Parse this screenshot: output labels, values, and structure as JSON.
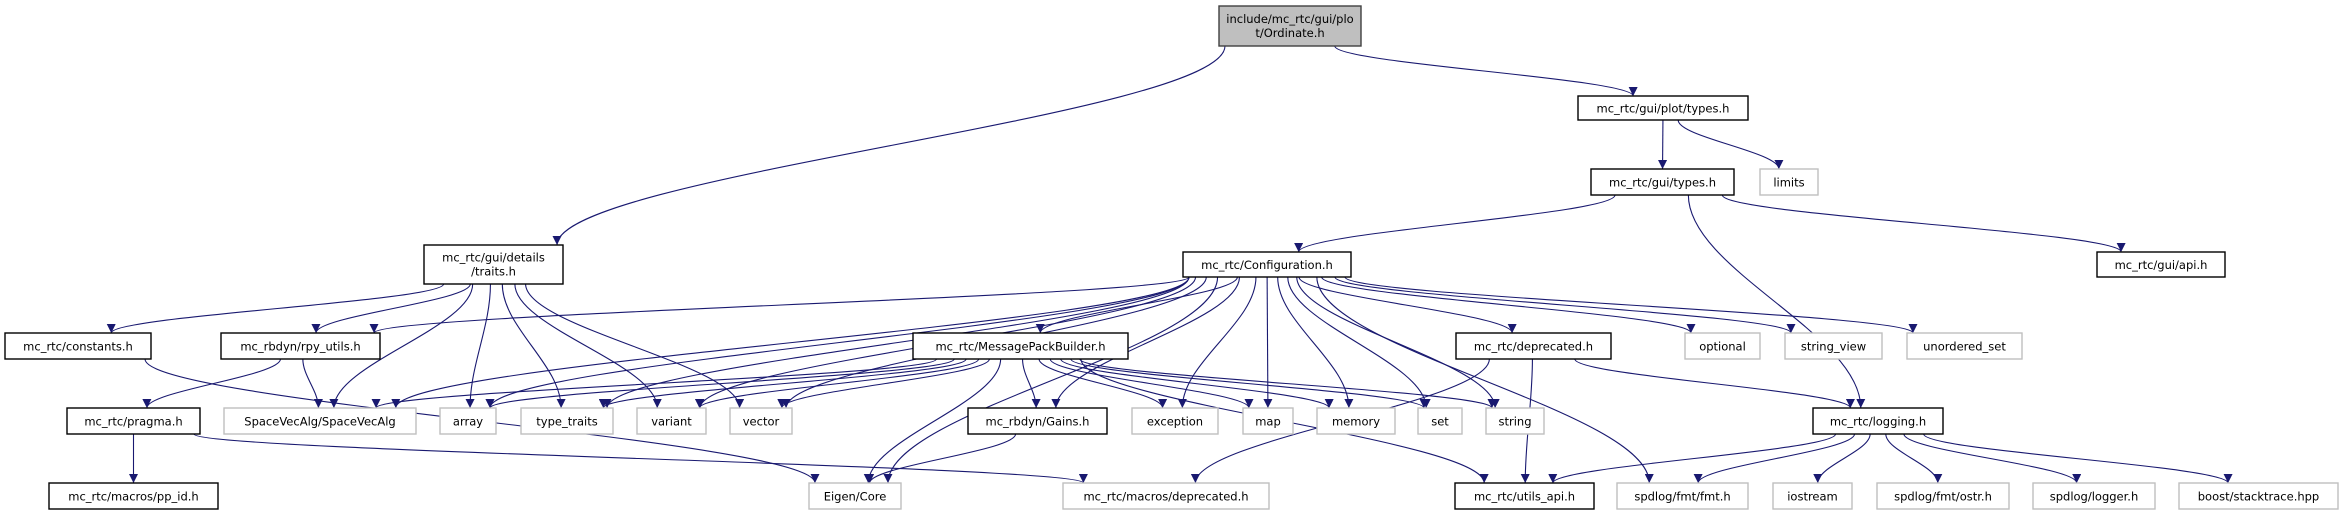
{
  "graph": {
    "edge_color": "#191970",
    "root_fill": "#bfbfbf",
    "documented_border": "#000000",
    "external_border": "#bfbfbf",
    "nodes": [
      {
        "id": "ordinate",
        "label": "include/mc_rtc/gui/plot/Ordinate.h",
        "kind": "root"
      },
      {
        "id": "plot_types",
        "label": "mc_rtc/gui/plot/types.h",
        "kind": "documented"
      },
      {
        "id": "limits",
        "label": "limits",
        "kind": "external"
      },
      {
        "id": "gui_types",
        "label": "mc_rtc/gui/types.h",
        "kind": "documented"
      },
      {
        "id": "traits",
        "label": "mc_rtc/gui/details/traits.h",
        "kind": "documented"
      },
      {
        "id": "configuration",
        "label": "mc_rtc/Configuration.h",
        "kind": "documented"
      },
      {
        "id": "gui_api",
        "label": "mc_rtc/gui/api.h",
        "kind": "documented"
      },
      {
        "id": "constants",
        "label": "mc_rtc/constants.h",
        "kind": "documented"
      },
      {
        "id": "rpy_utils",
        "label": "mc_rbdyn/rpy_utils.h",
        "kind": "documented"
      },
      {
        "id": "msgpack",
        "label": "mc_rtc/MessagePackBuilder.h",
        "kind": "documented"
      },
      {
        "id": "deprecated",
        "label": "mc_rtc/deprecated.h",
        "kind": "documented"
      },
      {
        "id": "optional",
        "label": "optional",
        "kind": "external"
      },
      {
        "id": "string_view",
        "label": "string_view",
        "kind": "external"
      },
      {
        "id": "unordered_set",
        "label": "unordered_set",
        "kind": "external"
      },
      {
        "id": "pragma",
        "label": "mc_rtc/pragma.h",
        "kind": "documented"
      },
      {
        "id": "spacevecalg",
        "label": "SpaceVecAlg/SpaceVecAlg",
        "kind": "external"
      },
      {
        "id": "array",
        "label": "array",
        "kind": "external"
      },
      {
        "id": "type_traits",
        "label": "type_traits",
        "kind": "external"
      },
      {
        "id": "variant",
        "label": "variant",
        "kind": "external"
      },
      {
        "id": "vector",
        "label": "vector",
        "kind": "external"
      },
      {
        "id": "gains",
        "label": "mc_rbdyn/Gains.h",
        "kind": "documented"
      },
      {
        "id": "exception",
        "label": "exception",
        "kind": "external"
      },
      {
        "id": "map",
        "label": "map",
        "kind": "external"
      },
      {
        "id": "memory",
        "label": "memory",
        "kind": "external"
      },
      {
        "id": "set",
        "label": "set",
        "kind": "external"
      },
      {
        "id": "string",
        "label": "string",
        "kind": "external"
      },
      {
        "id": "logging",
        "label": "mc_rtc/logging.h",
        "kind": "documented"
      },
      {
        "id": "pp_id",
        "label": "mc_rtc/macros/pp_id.h",
        "kind": "documented"
      },
      {
        "id": "eigen_core",
        "label": "Eigen/Core",
        "kind": "external"
      },
      {
        "id": "macros_deprecated",
        "label": "mc_rtc/macros/deprecated.h",
        "kind": "external"
      },
      {
        "id": "utils_api",
        "label": "mc_rtc/utils_api.h",
        "kind": "documented"
      },
      {
        "id": "fmt",
        "label": "spdlog/fmt/fmt.h",
        "kind": "external"
      },
      {
        "id": "iostream",
        "label": "iostream",
        "kind": "external"
      },
      {
        "id": "ostr",
        "label": "spdlog/fmt/ostr.h",
        "kind": "external"
      },
      {
        "id": "logger",
        "label": "spdlog/logger.h",
        "kind": "external"
      },
      {
        "id": "stacktrace",
        "label": "boost/stacktrace.hpp",
        "kind": "external"
      }
    ],
    "edges": [
      [
        "ordinate",
        "traits"
      ],
      [
        "ordinate",
        "plot_types"
      ],
      [
        "plot_types",
        "gui_types"
      ],
      [
        "plot_types",
        "limits"
      ],
      [
        "gui_types",
        "configuration"
      ],
      [
        "gui_types",
        "logging"
      ],
      [
        "gui_types",
        "gui_api"
      ],
      [
        "traits",
        "constants"
      ],
      [
        "traits",
        "rpy_utils"
      ],
      [
        "traits",
        "spacevecalg"
      ],
      [
        "traits",
        "array"
      ],
      [
        "traits",
        "type_traits"
      ],
      [
        "traits",
        "variant"
      ],
      [
        "traits",
        "vector"
      ],
      [
        "constants",
        "eigen_core"
      ],
      [
        "rpy_utils",
        "pragma"
      ],
      [
        "rpy_utils",
        "spacevecalg"
      ],
      [
        "pragma",
        "pp_id"
      ],
      [
        "pragma",
        "macros_deprecated"
      ],
      [
        "configuration",
        "rpy_utils"
      ],
      [
        "configuration",
        "spacevecalg"
      ],
      [
        "configuration",
        "array"
      ],
      [
        "configuration",
        "type_traits"
      ],
      [
        "configuration",
        "variant"
      ],
      [
        "configuration",
        "vector"
      ],
      [
        "configuration",
        "eigen_core"
      ],
      [
        "configuration",
        "msgpack"
      ],
      [
        "configuration",
        "gains"
      ],
      [
        "configuration",
        "exception"
      ],
      [
        "configuration",
        "map"
      ],
      [
        "configuration",
        "memory"
      ],
      [
        "configuration",
        "set"
      ],
      [
        "configuration",
        "string"
      ],
      [
        "configuration",
        "deprecated"
      ],
      [
        "configuration",
        "optional"
      ],
      [
        "configuration",
        "string_view"
      ],
      [
        "configuration",
        "unordered_set"
      ],
      [
        "configuration",
        "fmt"
      ],
      [
        "msgpack",
        "spacevecalg"
      ],
      [
        "msgpack",
        "array"
      ],
      [
        "msgpack",
        "type_traits"
      ],
      [
        "msgpack",
        "variant"
      ],
      [
        "msgpack",
        "vector"
      ],
      [
        "msgpack",
        "eigen_core"
      ],
      [
        "msgpack",
        "gains"
      ],
      [
        "msgpack",
        "exception"
      ],
      [
        "msgpack",
        "map"
      ],
      [
        "msgpack",
        "memory"
      ],
      [
        "msgpack",
        "set"
      ],
      [
        "msgpack",
        "string"
      ],
      [
        "msgpack",
        "utils_api"
      ],
      [
        "gains",
        "eigen_core"
      ],
      [
        "deprecated",
        "macros_deprecated"
      ],
      [
        "deprecated",
        "utils_api"
      ],
      [
        "deprecated",
        "logging"
      ],
      [
        "logging",
        "utils_api"
      ],
      [
        "logging",
        "fmt"
      ],
      [
        "logging",
        "iostream"
      ],
      [
        "logging",
        "ostr"
      ],
      [
        "logging",
        "logger"
      ],
      [
        "logging",
        "stacktrace"
      ]
    ]
  }
}
